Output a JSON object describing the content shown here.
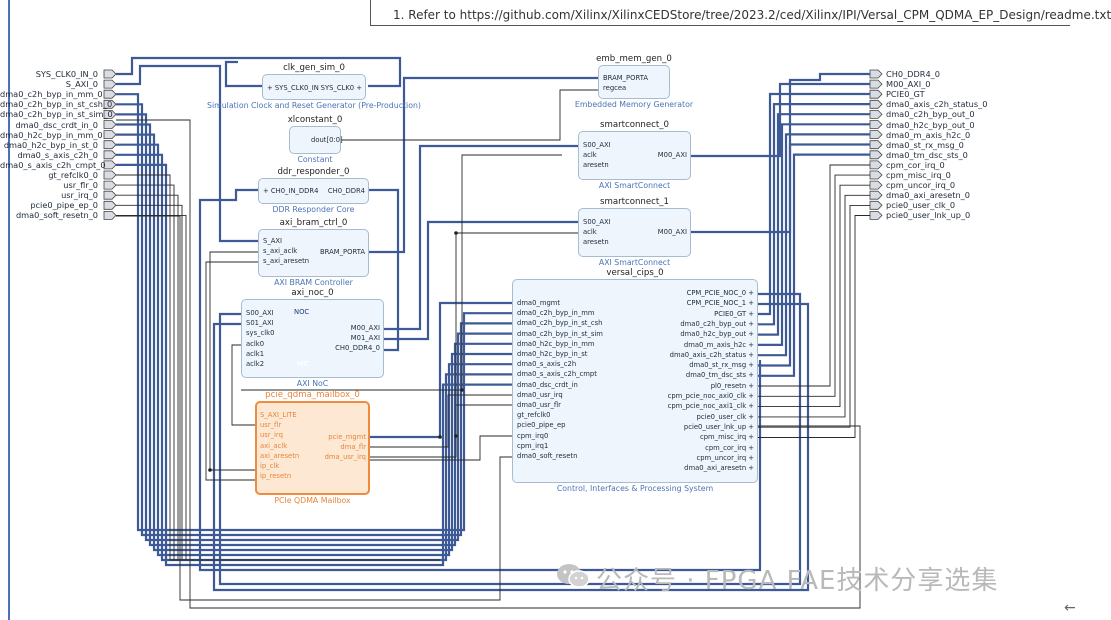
{
  "note_text": "1. Refer to https://github.com/Xilinx/XilinxCEDStore/tree/2023.2/ced/Xilinx/IPI/Versal_CPM_QDMA_EP_Design/readme.txt",
  "left_ports": [
    "SYS_CLK0_IN_0",
    "S_AXI_0",
    "dma0_c2h_byp_in_mm_0",
    "dma0_c2h_byp_in_st_csh_0",
    "dma0_c2h_byp_in_st_sim_0",
    "dma0_dsc_crdt_in_0",
    "dma0_h2c_byp_in_mm_0",
    "dma0_h2c_byp_in_st_0",
    "dma0_s_axis_c2h_0",
    "dma0_s_axis_c2h_cmpt_0",
    "gt_refclk0_0",
    "usr_flr_0",
    "usr_irq_0",
    "pcie0_pipe_ep_0",
    "dma0_soft_resetn_0"
  ],
  "right_ports": [
    "CH0_DDR4_0",
    "M00_AXI_0",
    "PCIE0_GT",
    "dma0_axis_c2h_status_0",
    "dma0_c2h_byp_out_0",
    "dma0_h2c_byp_out_0",
    "dma0_m_axis_h2c_0",
    "dma0_st_rx_msg_0",
    "dma0_tm_dsc_sts_0",
    "cpm_cor_irq_0",
    "cpm_misc_irq_0",
    "cpm_uncor_irq_0",
    "dma0_axi_aresetn_0",
    "pcie0_user_clk_0",
    "pcie0_user_lnk_up_0"
  ],
  "blocks": {
    "clk_gen_sim": {
      "name": "clk_gen_sim_0",
      "sub": "Simulation Clock and Reset Generator (Pre-Production)",
      "in": [
        "SYS_CLK0_IN"
      ],
      "out": [
        "SYS_CLK0"
      ]
    },
    "xlconstant": {
      "name": "xlconstant_0",
      "sub": "Constant",
      "out": [
        "dout[0:0]"
      ]
    },
    "ddr_responder": {
      "name": "ddr_responder_0",
      "sub": "DDR Responder Core",
      "in": [
        "CH0_IN_DDR4"
      ],
      "out": [
        "CH0_DDR4"
      ]
    },
    "axi_bram_ctrl": {
      "name": "axi_bram_ctrl_0",
      "sub": "AXI BRAM Controller",
      "in": [
        "S_AXI",
        "s_axi_aclk",
        "s_axi_aresetn"
      ],
      "out": [
        "BRAM_PORTA"
      ]
    },
    "axi_noc": {
      "name": "axi_noc_0",
      "sub": "AXI NoC",
      "in": [
        "S00_AXI",
        "S01_AXI",
        "sys_clk0",
        "aclk0",
        "aclk1",
        "aclk2"
      ],
      "out": [
        "M00_AXI",
        "M01_AXI",
        "CH0_DDR4_0"
      ],
      "logo_top": "NOC",
      "logo_bottom": "MC"
    },
    "mailbox": {
      "name": "pcie_qdma_mailbox_0",
      "sub": "PCIe QDMA Mailbox",
      "in": [
        "S_AXI_LITE",
        "usr_flr",
        "usr_irq",
        "axi_aclk",
        "axi_aresetn",
        "ip_clk",
        "ip_resetn"
      ],
      "out": [
        "pcie_mgmt",
        "dma_flr",
        "dma_usr_irq"
      ]
    },
    "emb_mem": {
      "name": "emb_mem_gen_0",
      "sub": "Embedded Memory Generator",
      "in": [
        "BRAM_PORTA",
        "regcea"
      ]
    },
    "smartconnect0": {
      "name": "smartconnect_0",
      "sub": "AXI SmartConnect",
      "in": [
        "S00_AXI",
        "aclk",
        "aresetn"
      ],
      "out": [
        "M00_AXI"
      ]
    },
    "smartconnect1": {
      "name": "smartconnect_1",
      "sub": "AXI SmartConnect",
      "in": [
        "S00_AXI",
        "aclk",
        "aresetn"
      ],
      "out": [
        "M00_AXI"
      ]
    },
    "versal_cips": {
      "name": "versal_cips_0",
      "sub": "Control, Interfaces & Processing System",
      "in": [
        "dma0_mgmt",
        "dma0_c2h_byp_in_mm",
        "dma0_c2h_byp_in_st_csh",
        "dma0_c2h_byp_in_st_sim",
        "dma0_h2c_byp_in_mm",
        "dma0_h2c_byp_in_st",
        "dma0_s_axis_c2h",
        "dma0_s_axis_c2h_cmpt",
        "dma0_dsc_crdt_in",
        "dma0_usr_irq",
        "dma0_usr_flr",
        "gt_refclk0",
        "pcie0_pipe_ep",
        "cpm_irq0",
        "cpm_irq1",
        "dma0_soft_resetn"
      ],
      "out": [
        "CPM_PCIE_NOC_0",
        "CPM_PCIE_NOC_1",
        "PCIE0_GT",
        "dma0_c2h_byp_out",
        "dma0_h2c_byp_out",
        "dma0_m_axis_h2c",
        "dma0_axis_c2h_status",
        "dma0_st_rx_msg",
        "dma0_tm_dsc_sts",
        "pl0_resetn",
        "cpm_pcie_noc_axi0_clk",
        "cpm_pcie_noc_axi1_clk",
        "pcie0_user_clk",
        "pcie0_user_lnk_up",
        "cpm_misc_irq",
        "cpm_cor_irq",
        "cpm_uncor_irq",
        "dma0_axi_aresetn"
      ]
    }
  },
  "watermark": "公众号 · FPGA FAE技术分享选集",
  "colors": {
    "wire": "#3d5a96",
    "wire_thin": "#2a2a2a",
    "block_fill": "#eef5fc",
    "block_border": "#a8bccf",
    "accent": "#4a74b8",
    "mailbox_fill": "#fde8d4",
    "mailbox_border": "#f08a3c"
  }
}
